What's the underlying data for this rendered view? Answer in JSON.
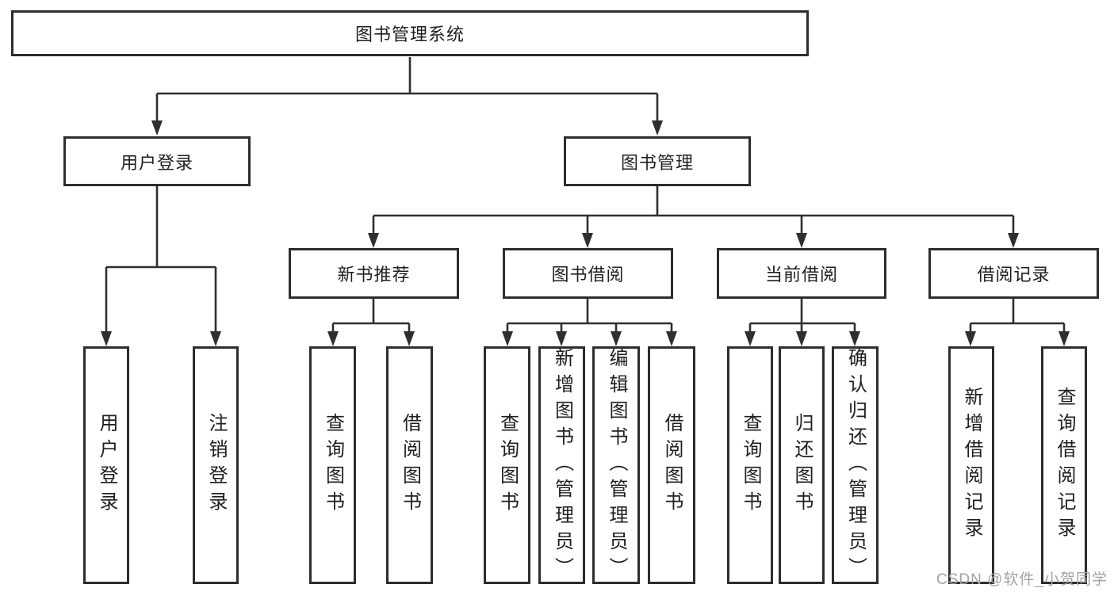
{
  "diagram": {
    "title": "图书管理系统",
    "level2": {
      "user_login": {
        "label": "用户登录"
      },
      "book_mgmt": {
        "label": "图书管理"
      }
    },
    "level3": {
      "new_books": {
        "label": "新书推荐"
      },
      "book_borrow": {
        "label": "图书借阅"
      },
      "current_borrow": {
        "label": "当前借阅"
      },
      "borrow_records": {
        "label": "借阅记录"
      }
    },
    "leaves": {
      "user_login": {
        "label": "用户登录"
      },
      "logout": {
        "label": "注销登录"
      },
      "nb_query_books": {
        "label": "查询图书"
      },
      "nb_borrow_books": {
        "label": "借阅图书"
      },
      "bb_query_books": {
        "label": "查询图书"
      },
      "bb_add_books": {
        "label": "新增图书（管理员）"
      },
      "bb_edit_books": {
        "label": "编辑图书（管理员）"
      },
      "bb_borrow_books": {
        "label": "借阅图书"
      },
      "cb_query_books": {
        "label": "查询图书"
      },
      "cb_return_books": {
        "label": "归还图书"
      },
      "cb_confirm_return": {
        "label": "确认归还（管理员）"
      },
      "br_add_record": {
        "label": "新增借阅记录"
      },
      "br_query_record": {
        "label": "查询借阅记录"
      }
    },
    "watermark": "CSDN @软件_小贺同学",
    "colors": {
      "line": "#2f2f2f",
      "border": "#2d2d2d",
      "text": "#1f1f1f",
      "watermark": "#a3a3a3",
      "background": "#ffffff"
    }
  }
}
